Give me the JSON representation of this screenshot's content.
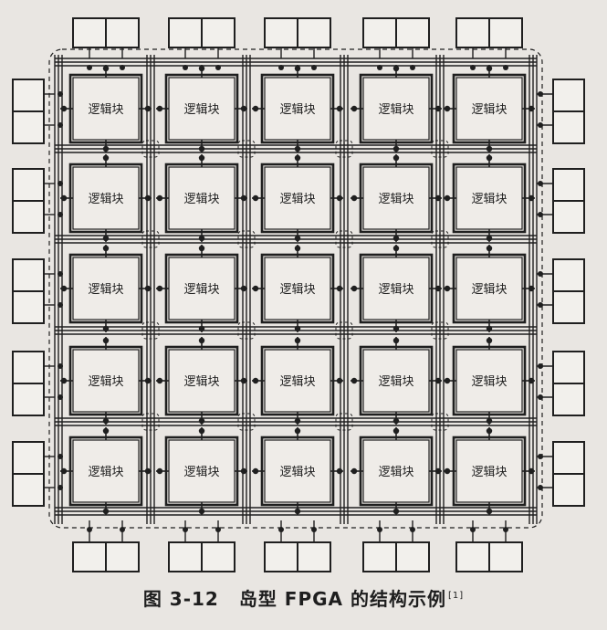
{
  "figure": {
    "block_label": "逻辑块",
    "caption": {
      "number": "图 3-12",
      "text": "岛型 FPGA 的结构示例",
      "ref": "[1]"
    }
  }
}
